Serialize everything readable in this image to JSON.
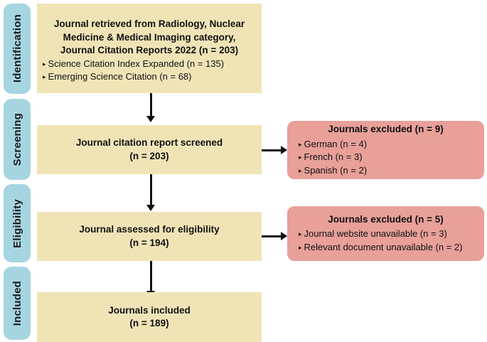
{
  "diagram": {
    "type": "prisma-flow-diagram",
    "background_color": "#ffffff",
    "colors": {
      "stage": "#a6d5e2",
      "box": "#f0e4b7",
      "excluded": "#e8a099",
      "arrow": "#111111",
      "text": "#111111"
    }
  },
  "stages": [
    {
      "label": "Identification"
    },
    {
      "label": "Screening"
    },
    {
      "label": "Eligibility"
    },
    {
      "label": "Included"
    }
  ],
  "boxes": [
    {
      "id": "identification",
      "title_lines": [
        "Journal retrieved from Radiology, Nuclear",
        "Medicine & Medical Imaging category,",
        "Journal Citation Reports 2022 (n = 203)"
      ],
      "bullets": [
        "Science Citation Index Expanded (n = 135)",
        "Emerging Science Citation (n = 68)"
      ]
    },
    {
      "id": "screened",
      "title_lines": [
        "Journal citation report screened"
      ],
      "count": "(n = 203)",
      "bullets": []
    },
    {
      "id": "eligibility",
      "title_lines": [
        "Journal assessed for eligibility"
      ],
      "count": "(n = 194)",
      "bullets": []
    },
    {
      "id": "included",
      "title_lines": [
        "Journals included"
      ],
      "count": "(n = 189)",
      "bullets": []
    }
  ],
  "excluded": [
    {
      "id": "excluded-screening",
      "title": "Journals excluded (n = 9)",
      "bullets": [
        "German (n = 4)",
        "French  (n = 3)",
        "Spanish (n = 2)"
      ]
    },
    {
      "id": "excluded-eligibility",
      "title": "Journals excluded (n = 5)",
      "bullets": [
        "Journal website unavailable (n = 3)",
        "Relevant document unavailable (n = 2)"
      ]
    }
  ],
  "bullet_glyph": "▸"
}
